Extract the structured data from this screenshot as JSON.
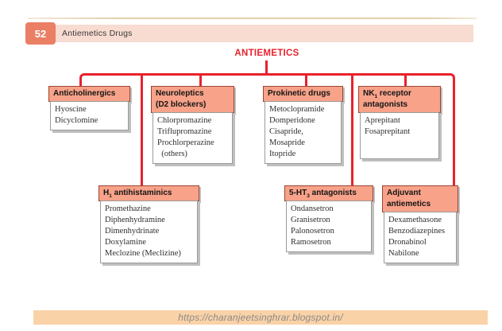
{
  "header": {
    "chapter_number": "52",
    "chapter_title": "Antiemetics Drugs"
  },
  "diagram": {
    "title": "ANTIEMETICS",
    "boxes": [
      {
        "id": "anticholinergics",
        "header_lines": [
          [
            {
              "t": "Anticholinergics"
            }
          ]
        ],
        "items": [
          "Hyoscine",
          "Dicyclomine"
        ]
      },
      {
        "id": "neuroleptics",
        "header_lines": [
          [
            {
              "t": "Neuroleptics"
            }
          ],
          [
            {
              "t": "(D2 blockers)"
            }
          ]
        ],
        "items": [
          "Chlorpromazine",
          "Triflupromazine",
          "Prochlorperazine",
          "  (others)"
        ]
      },
      {
        "id": "prokinetic",
        "header_lines": [
          [
            {
              "t": "Prokinetic drugs"
            }
          ]
        ],
        "items": [
          "Metoclopramide",
          "Domperidone",
          "Cisapride,",
          "Mosapride",
          "Itopride"
        ]
      },
      {
        "id": "nk1",
        "header_lines": [
          [
            {
              "t": "NK"
            },
            {
              "s": "1"
            },
            {
              "t": " receptor"
            }
          ],
          [
            {
              "t": "antagonists"
            }
          ]
        ],
        "items": [
          "Aprepitant",
          "Fosaprepitant"
        ]
      },
      {
        "id": "h1",
        "header_lines": [
          [
            {
              "t": "H"
            },
            {
              "s": "1"
            },
            {
              "t": " antihistaminics"
            }
          ]
        ],
        "items": [
          "Promethazine",
          "Diphenhydramine",
          "Dimenhydrinate",
          "Doxylamine",
          "Meclozine (Meclizine)"
        ]
      },
      {
        "id": "5ht3",
        "header_lines": [
          [
            {
              "t": "5-HT"
            },
            {
              "s": "3"
            },
            {
              "t": " antagonists"
            }
          ]
        ],
        "items": [
          "Ondansetron",
          "Granisetron",
          "Palonosetron",
          "Ramosetron"
        ]
      },
      {
        "id": "adjuvant",
        "header_lines": [
          [
            {
              "t": "Adjuvant"
            }
          ],
          [
            {
              "t": "antiemetics"
            }
          ]
        ],
        "items": [
          "Dexamethasone",
          "Benzodiazepines",
          "Dronabinol",
          "Nabilone"
        ]
      }
    ]
  },
  "footer": {
    "url": "https://charanjeetsinghrar.blogspot.in/"
  },
  "colors": {
    "red": "#e8222d",
    "header-fill": "#f7a289",
    "header-border": "#9c4433",
    "banner-fill": "#f8dbd1",
    "chip-fill": "#ea7f66",
    "footer-fill": "#fad2a7",
    "shadow": "#bfbfbf"
  }
}
